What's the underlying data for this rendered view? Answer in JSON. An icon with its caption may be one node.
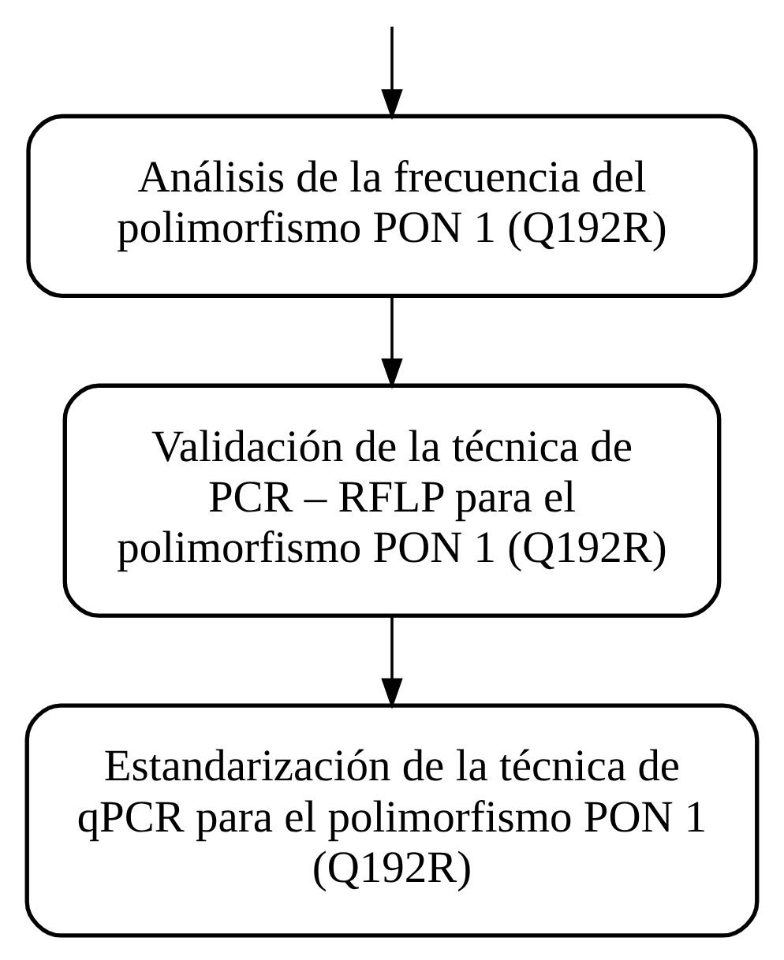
{
  "diagram": {
    "nodes": [
      {
        "text": [
          "Análisis de la frecuencia del polimorfismo PON 1 (Q192R)"
        ]
      },
      {
        "text": [
          "Validación de la técnica de PCR – RFLP para el polimorfismo PON 1 (Q192R)"
        ]
      },
      {
        "text": [
          "Estandarización de la técnica de qPCR para el polimorfismo PON 1 (Q192R)"
        ]
      }
    ],
    "edges": [
      {
        "from": null,
        "to": 0,
        "arrow": "to"
      },
      {
        "from": 0,
        "to": 1,
        "arrow": "to"
      },
      {
        "from": 1,
        "to": 2,
        "arrow": "to"
      }
    ]
  }
}
